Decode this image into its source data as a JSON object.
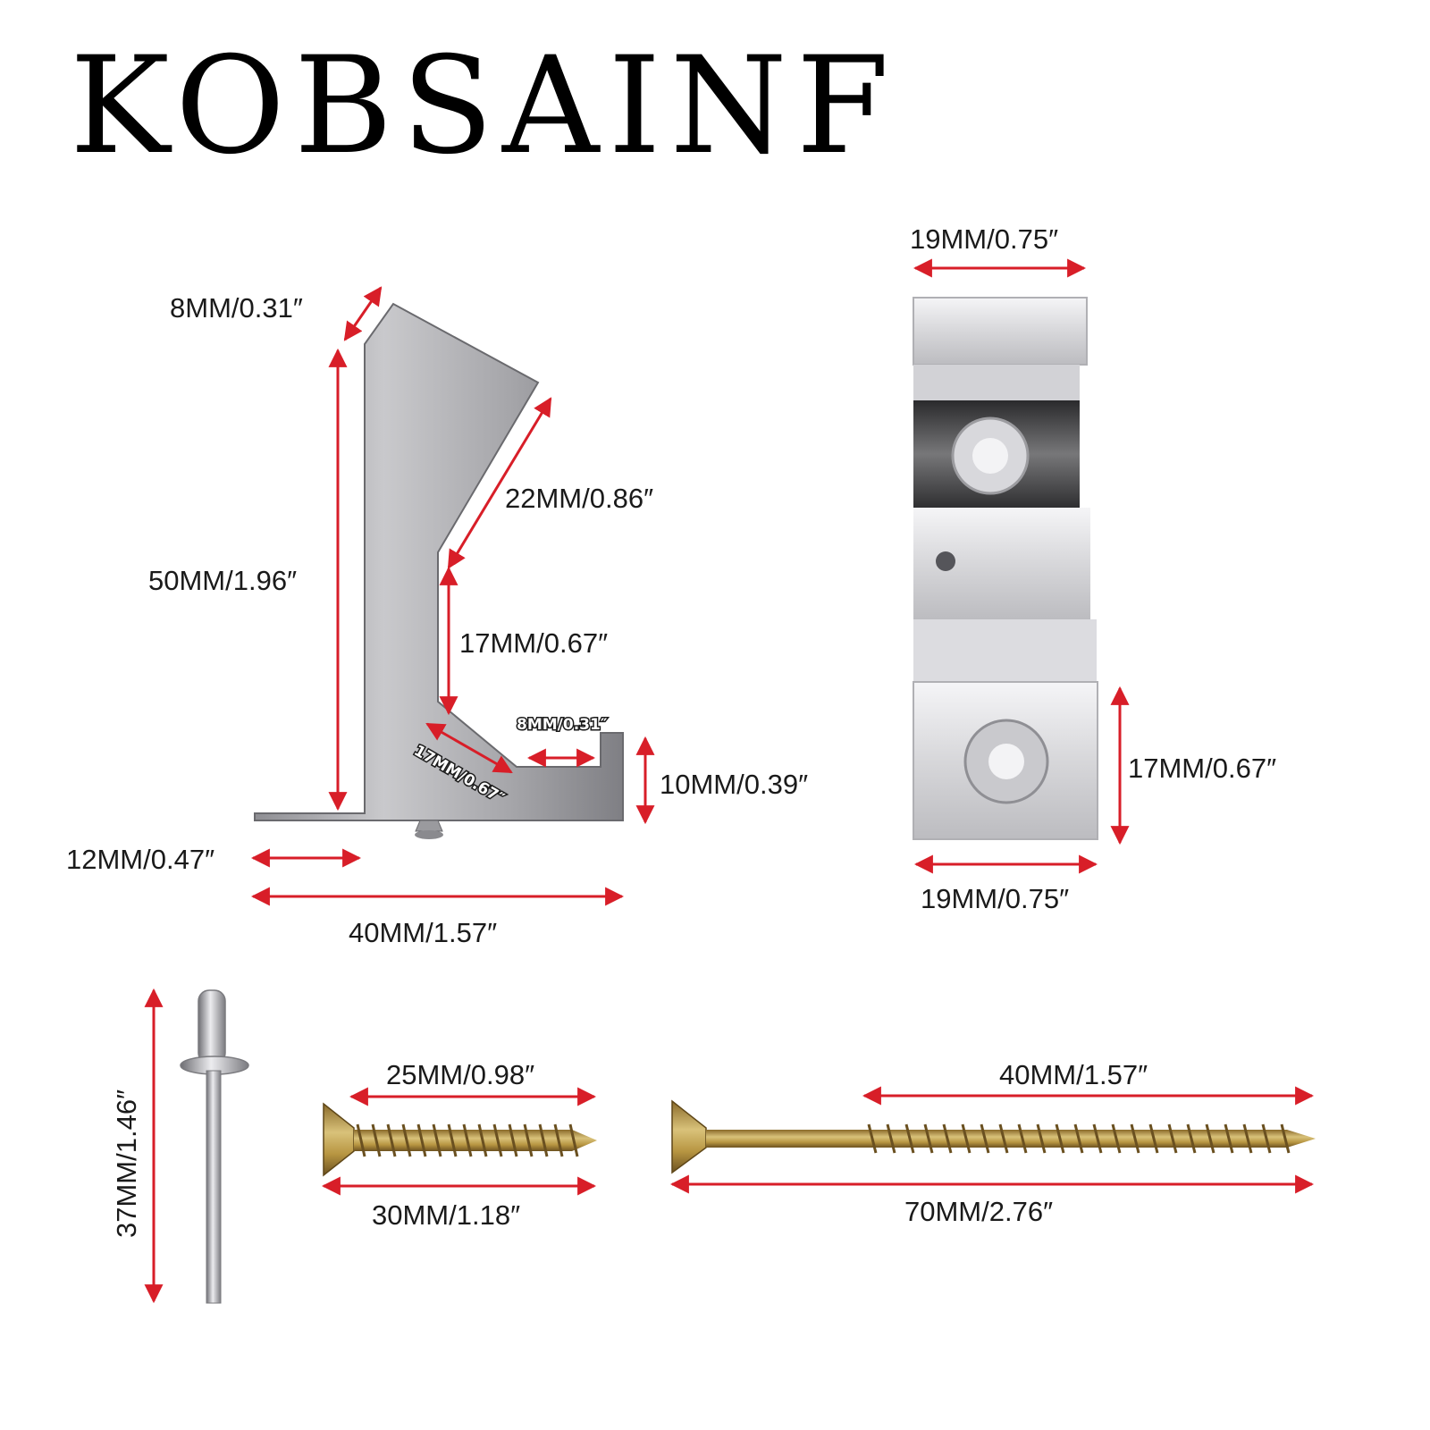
{
  "brand": "KOBSAINF",
  "colors": {
    "arrow": "#d81e28",
    "text": "#1a1a1a"
  },
  "hanger": {
    "top_thickness": "8MM/0.31″",
    "height": "50MM/1.96″",
    "slope_length": "22MM/0.86″",
    "inner_height": "17MM/0.67″",
    "lip_width": "8MM/0.31″",
    "bevel_length": "17MM/0.67″",
    "lip_height": "10MM/0.39″",
    "base_extension": "12MM/0.47″",
    "total_width": "40MM/1.57″"
  },
  "bracket": {
    "top_width": "19MM/0.75″",
    "lower_height": "17MM/0.67″",
    "bottom_width": "19MM/0.75″"
  },
  "rivet": {
    "length": "37MM/1.46″"
  },
  "short_screw": {
    "thread_length": "25MM/0.98″",
    "total_length": "30MM/1.18″"
  },
  "long_screw": {
    "thread_length": "40MM/1.57″",
    "total_length": "70MM/2.76″"
  }
}
